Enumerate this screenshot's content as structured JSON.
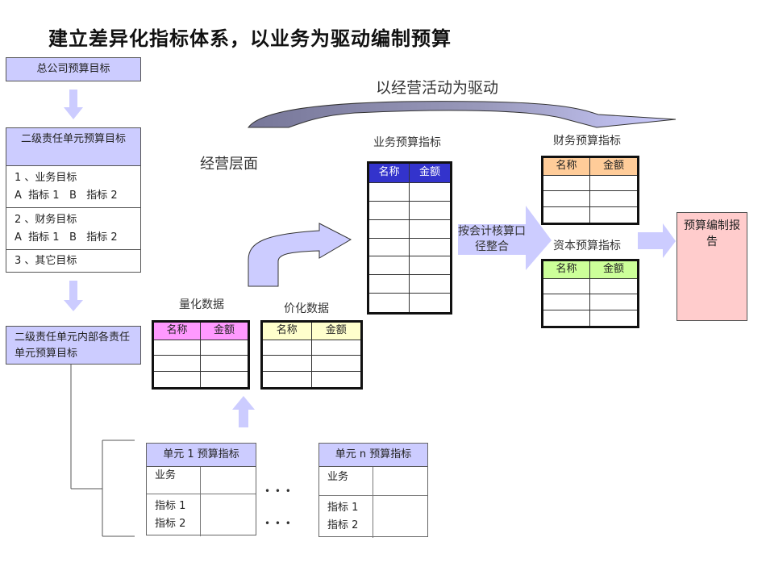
{
  "title": "建立差异化指标体系，以业务为驱动编制预算",
  "left_column": {
    "hq_target": "总公司预算目标",
    "level2_target": {
      "header": "二级责任单元预算目标",
      "sections": [
        {
          "line1": "1 、业务目标",
          "line2": "A  指标 1   B   指标 2"
        },
        {
          "line1": "2 、财务目标",
          "line2": "A  指标 1   B   指标 2"
        },
        {
          "line1": "3 、其它目标",
          "line2": ""
        }
      ]
    },
    "level2_internal": "二级责任单元内部各责任单元预算目标"
  },
  "labels": {
    "driver": "以经营活动为驱动",
    "operating_level": "经营层面",
    "quantified": "量化数据",
    "priced": "价化数据",
    "business_budget": "业务预算指标",
    "financial_budget": "财务预算指标",
    "capital_budget": "资本预算指标",
    "accounting_merge": "按会计核算口径整合",
    "report": "预算编制报告"
  },
  "table_headers": {
    "name": "名称",
    "amount": "金额"
  },
  "header_colors": {
    "quantified": "#ff99ff",
    "priced": "#ffffcc",
    "business": "#3333cc",
    "financial": "#ffcc99",
    "capital": "#ccff99",
    "report": "#ffcccc",
    "lavender": "#ccccff"
  },
  "units": [
    {
      "header": "单元 1 预算指标",
      "row1": "业务",
      "row2a": "指标 1",
      "row2b": "指标 2"
    },
    {
      "header": "单元 n 预算指标",
      "row1": "业务",
      "row2a": "指标 1",
      "row2b": "指标 2"
    }
  ],
  "ellipsis": "• • •"
}
